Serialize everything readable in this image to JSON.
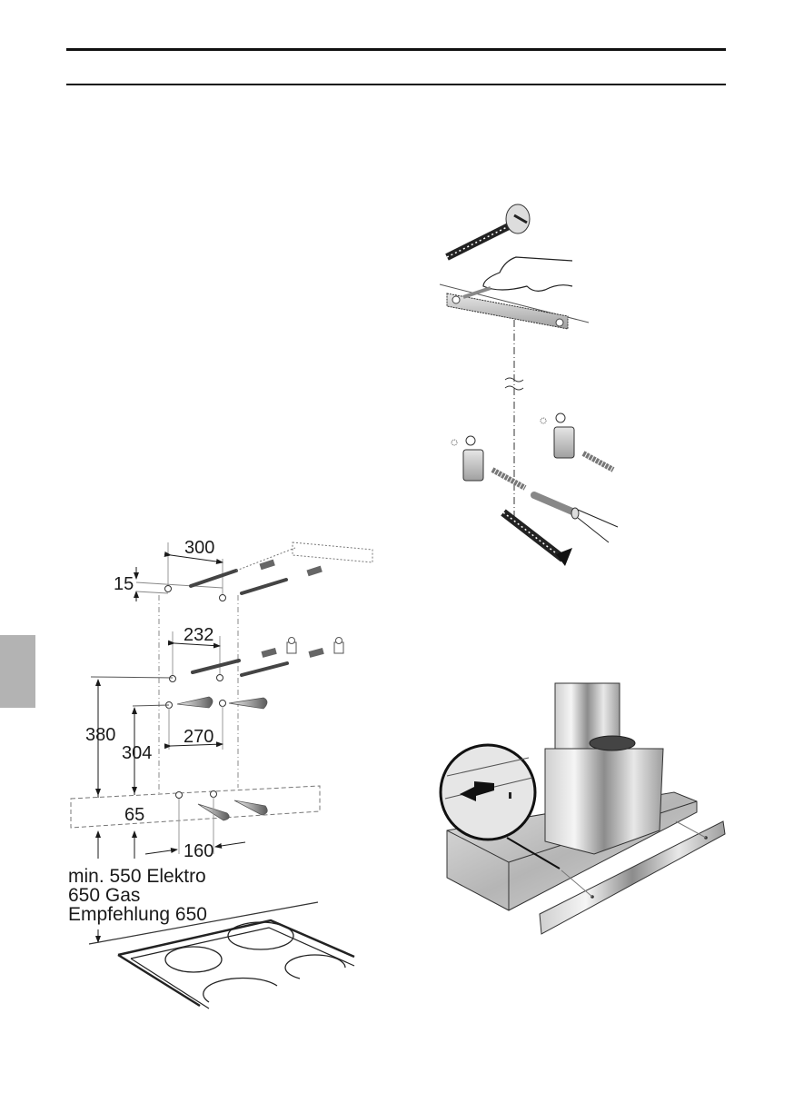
{
  "page": {
    "header_rules": [
      "top-thick",
      "bottom-thin"
    ],
    "side_tab": {
      "color": "#b3b3b3"
    }
  },
  "figures": {
    "wall_mount_dimensions": {
      "dimensions": {
        "d300": "300",
        "d15": "15",
        "d232": "232",
        "d380": "380",
        "d304": "304",
        "d270": "270",
        "d65": "65",
        "d160": "160"
      },
      "notes": [
        "min. 550 Elektro",
        "650 Gas",
        "Empfehlung 650"
      ]
    },
    "bracket_screw_detail": {
      "elements": [
        "screw",
        "hand",
        "mounting-rail",
        "break-symbol",
        "wall-brackets",
        "wall-plugs",
        "screwdriver",
        "screw"
      ]
    },
    "hood_assembly": {
      "elements": [
        "chimney-upper",
        "motor-housing",
        "exhaust-collar",
        "hood-body",
        "front-panel-strip",
        "detail-magnifier-circle",
        "push-arrow"
      ]
    }
  },
  "colors": {
    "ink": "#1a1a1a",
    "grey_tab": "#b3b3b3",
    "metal_light": "#d9d9d9",
    "metal_dark": "#7a7a7a"
  }
}
